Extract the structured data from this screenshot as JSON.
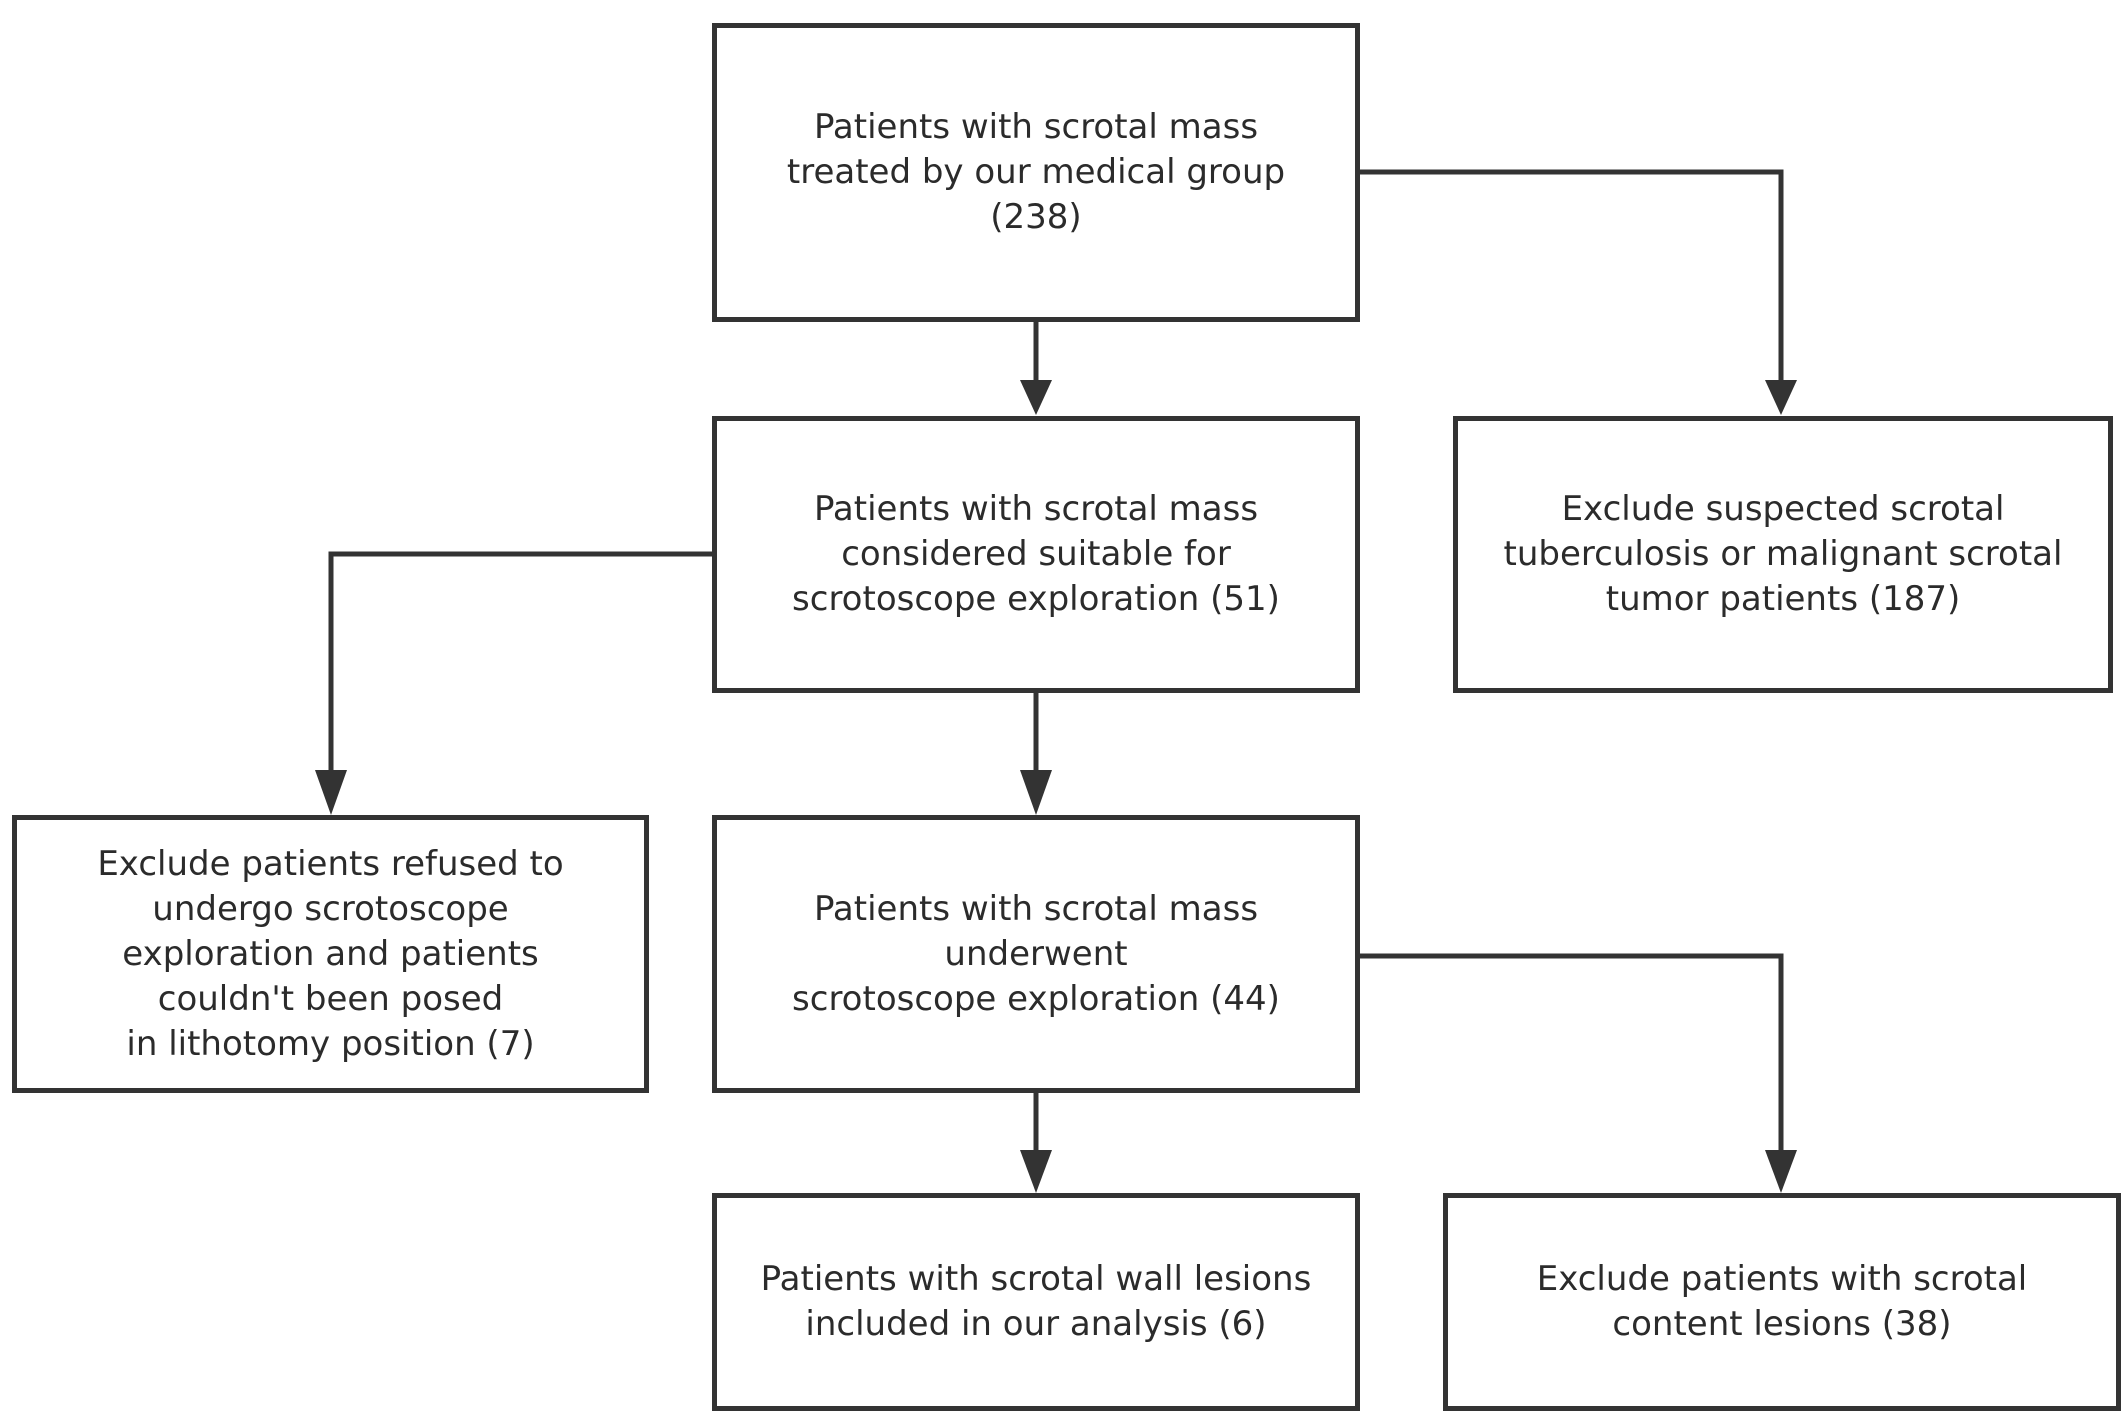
{
  "flowchart": {
    "nodes": {
      "initial": "Patients with scrotal mass\ntreated by our medical group\n(238)",
      "exclude_suspected": "Exclude suspected scrotal\ntuberculosis or malignant scrotal\ntumor patients (187)",
      "suitable": "Patients with scrotal mass\nconsidered suitable for\nscrotoscope exploration (51)",
      "exclude_refused": "Exclude patients refused to\nundergo scrotoscope\nexploration and patients\ncouldn't been posed\n in lithotomy position (7)",
      "underwent": "Patients with scrotal mass\nunderwent\nscrotoscope exploration (44)",
      "included": "Patients with scrotal wall lesions\nincluded in our analysis (6)",
      "exclude_content": "Exclude patients with scrotal\ncontent lesions (38)"
    },
    "colors": {
      "line": "#333333",
      "text": "#2b2b2b",
      "background": "#ffffff"
    }
  }
}
